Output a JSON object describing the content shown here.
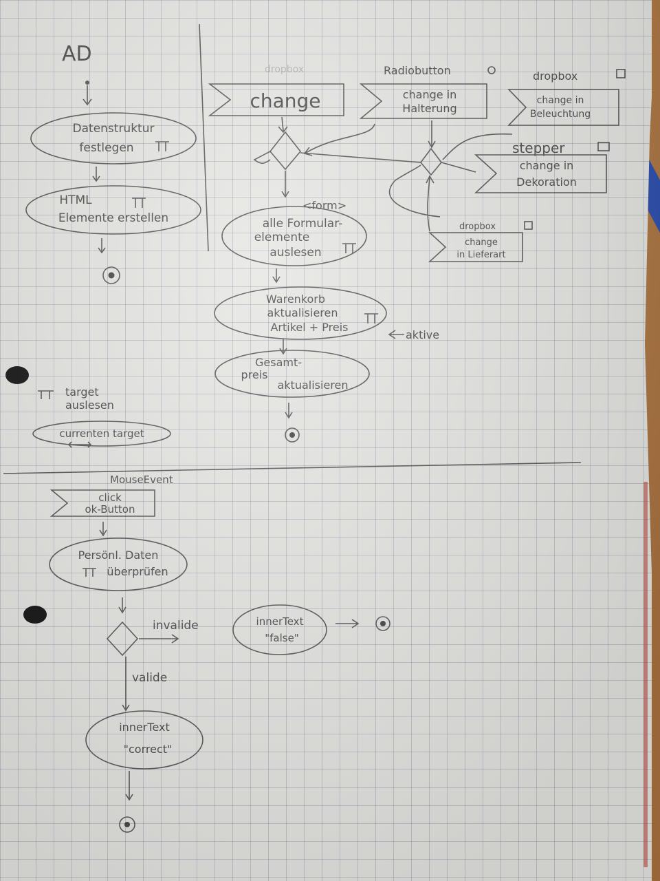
{
  "left_column": {
    "title": "AD",
    "step1_line1": "Datenstruktur",
    "step1_line2": "festlegen",
    "step2_line1": "HTML",
    "step2_line2": "Elemente erstellen"
  },
  "top_right": {
    "faint_label": "dropbox",
    "event_change": "change",
    "radio_label": "Radiobutton",
    "event_halterung_line1": "change in",
    "event_halterung_line2": "Halterung",
    "dropbox_label_1": "dropbox",
    "event_beleuchtung_line1": "change in",
    "event_beleuchtung_line2": "Beleuchtung",
    "stepper_label": "stepper",
    "event_dekoration_line1": "change in",
    "event_dekoration_line2": "Dekoration",
    "dropbox_label_2": "dropbox",
    "event_lieferart_line1": "change",
    "event_lieferart_line2": "in Lieferart",
    "form_label": "<form>",
    "read_line1": "alle Formular-",
    "read_line2": "elemente",
    "read_line3": "auslesen",
    "cart_line1": "Warenkorb",
    "cart_line2": "aktualisieren",
    "cart_line3": "Artikel + Preis",
    "aktive_label": "aktive",
    "total_line1": "Gesamt-",
    "total_line2": "preis",
    "total_line3": "aktualisieren"
  },
  "left_middle": {
    "target_line1": "target",
    "target_line2": "auslesen",
    "currenttarget": "currenten target"
  },
  "bottom": {
    "mouse_event_label": "MouseEvent",
    "event_click_line1": "click",
    "event_click_line2": "ok-Button",
    "check_line1": "Persönl. Daten",
    "check_line2": "überprüfen",
    "invalid_label": "invalide",
    "valid_label": "valide",
    "false_line1": "innerText",
    "false_line2": "\"false\"",
    "correct_line1": "innerText",
    "correct_line2": "\"correct\""
  },
  "colors": {
    "paper": "#e6e6e3",
    "grid": "#697d96",
    "pencil": "#4a4a4a",
    "table": "#b07a45"
  }
}
